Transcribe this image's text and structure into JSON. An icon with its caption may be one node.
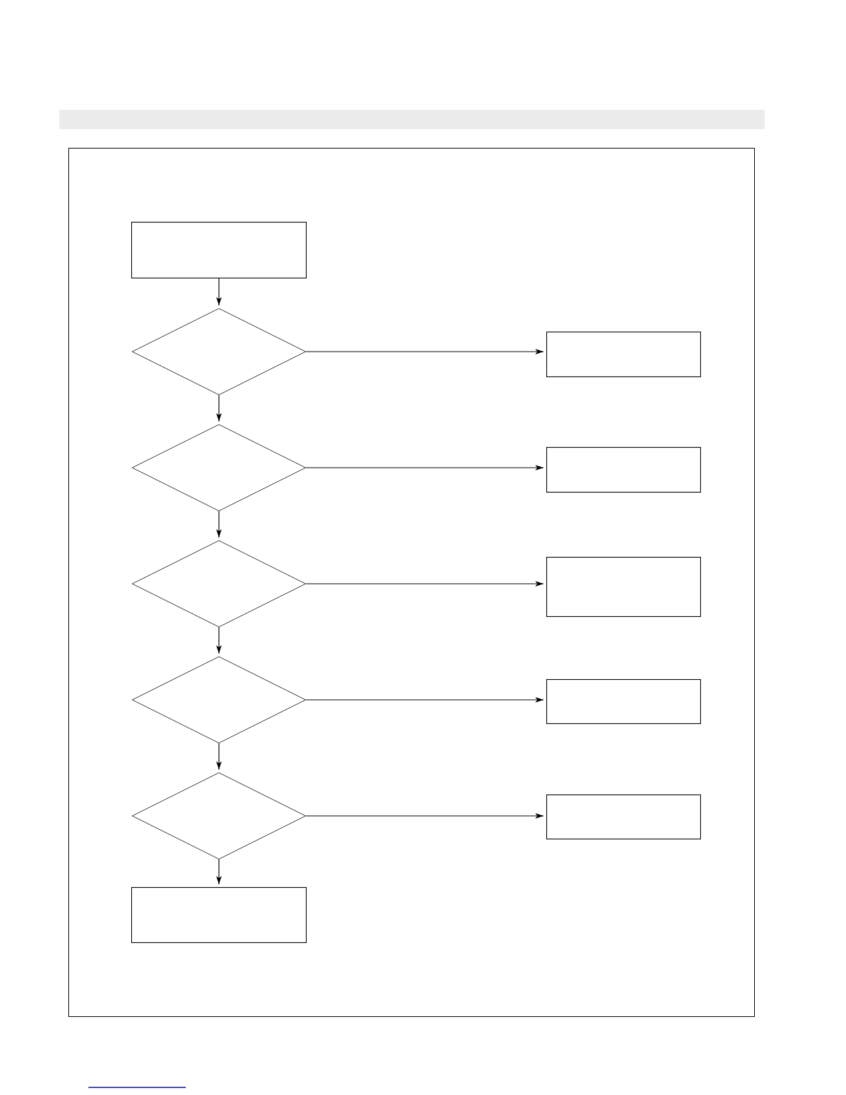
{
  "diagram": {
    "nodes": [
      {
        "text": [],
        "shape": "box"
      },
      {
        "text": [],
        "shape": "diamond"
      },
      {
        "text": [],
        "shape": "box"
      },
      {
        "text": [],
        "shape": "diamond"
      },
      {
        "text": [],
        "shape": "box"
      },
      {
        "text": [],
        "shape": "diamond"
      },
      {
        "text": [],
        "shape": "box"
      },
      {
        "text": [],
        "shape": "diamond"
      },
      {
        "text": [],
        "shape": "box"
      },
      {
        "text": [],
        "shape": "diamond"
      },
      {
        "text": [],
        "shape": "box"
      },
      {
        "text": [],
        "shape": "box"
      }
    ],
    "edges": [
      {
        "from": 0,
        "to": 1,
        "arrow": "to"
      },
      {
        "from": 1,
        "to": 2,
        "arrow": "to"
      },
      {
        "from": 1,
        "to": 3,
        "arrow": "to"
      },
      {
        "from": 3,
        "to": 4,
        "arrow": "to"
      },
      {
        "from": 3,
        "to": 5,
        "arrow": "to"
      },
      {
        "from": 5,
        "to": 6,
        "arrow": "to"
      },
      {
        "from": 5,
        "to": 7,
        "arrow": "to"
      },
      {
        "from": 7,
        "to": 8,
        "arrow": "to"
      },
      {
        "from": 7,
        "to": 9,
        "arrow": "to"
      },
      {
        "from": 9,
        "to": 10,
        "arrow": "to"
      },
      {
        "from": 9,
        "to": 11,
        "arrow": "to"
      }
    ]
  }
}
